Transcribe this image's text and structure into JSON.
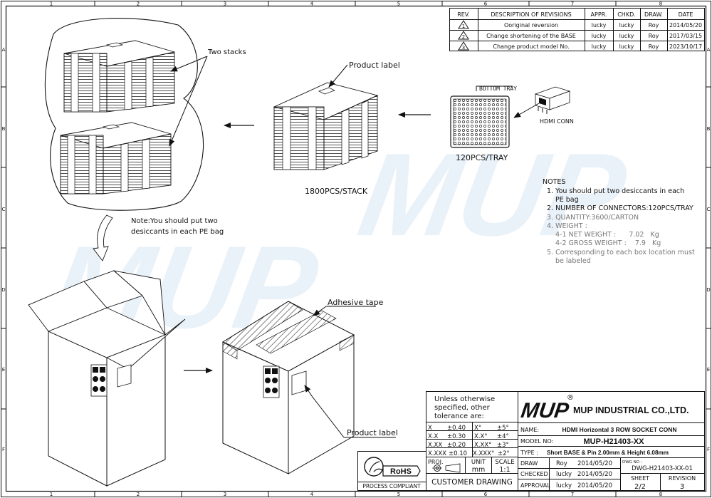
{
  "border": {
    "columns": [
      "1",
      "2",
      "3",
      "4",
      "5",
      "6",
      "7",
      "8"
    ],
    "rows": [
      "A",
      "B",
      "C",
      "D",
      "E",
      "F"
    ]
  },
  "watermark": "MUP",
  "revisions": {
    "headers": [
      "REV.",
      "DESCRIPTION OF REVISIONS",
      "APPR.",
      "CHKD.",
      "DRAW.",
      "DATE"
    ],
    "rows": [
      {
        "rev": "1",
        "description": "Ooriginal reversion",
        "appr": "lucky",
        "chkd": "lucky",
        "draw": "Roy",
        "date": "2014/05/20"
      },
      {
        "rev": "2",
        "description": "Change shortening of the BASE",
        "appr": "lucky",
        "chkd": "lucky",
        "draw": "Roy",
        "date": "2017/03/15"
      },
      {
        "rev": "3",
        "description": "Change product model No.",
        "appr": "lucky",
        "chkd": "lucky",
        "draw": "Roy",
        "date": "2023/10/17"
      }
    ]
  },
  "callouts": {
    "two_stacks": "Two stacks",
    "product_label_top": "Product label",
    "bottom_tray": "BOTTOM TRAY",
    "hdmi_conn": "HDMI CONN",
    "pcs_tray": "120PCS/TRAY",
    "pcs_stack": "1800PCS/STACK",
    "note_line1": "Note:You should put two",
    "note_line2": "desiccants in each PE bag",
    "adhesive_tape": "Adhesive tape",
    "product_label_bottom": "Product label"
  },
  "notes": {
    "title": "NOTES",
    "lines": [
      "1. You should put two desiccants in each",
      "PE bag",
      "2. NUMBER OF CONNECTORS:120PCS/TRAY",
      "3. QUANTITY:3600/CARTON",
      "4. WEIGHT :",
      "4-1 NET WEIGHT :      7.02   Kg",
      "4-2 GROSS WEIGHT :    7.9   Kg",
      "5. Corresponding to each box location must",
      "be labeled"
    ]
  },
  "title_block": {
    "tolerance_header": [
      "Unless otherwise",
      "specified, other",
      "tolerance are:"
    ],
    "tolerances": [
      {
        "k1": "X",
        "v1": "±0.40",
        "k2": "X°",
        "v2": "±5°"
      },
      {
        "k1": "X.X",
        "v1": "±0.30",
        "k2": "X.X°",
        "v2": "±4°"
      },
      {
        "k1": "X.XX",
        "v1": "±0.20",
        "k2": "X.XX°",
        "v2": "±3°"
      },
      {
        "k1": "X.XXX",
        "v1": "±0.10",
        "k2": "X.XXX°",
        "v2": "±2°"
      }
    ],
    "proj_label": "PROJ.",
    "unit_label": "UNIT",
    "unit_value": "mm",
    "scale_label": "SCALE",
    "scale_value": "1:1",
    "rohs": "RoHS",
    "rohs_caption": "PROCESS COMPLIANT",
    "customer_drawing": "CUSTOMER  DRAWING",
    "logo": "MUP",
    "registered": "®",
    "company": "MUP INDUSTRIAL CO.,LTD.",
    "name_label": "NAME:",
    "name_value": "HDMI Horizontal 3 ROW SOCKET CONN",
    "model_label": "MODEL NO:",
    "model_value": "MUP-H21403-XX",
    "type_label": "TYPE :",
    "type_value": "Short BASE & Pin 2.00mm & Height 6.08mm",
    "draw_label": "DRAW",
    "draw_name": "Roy",
    "draw_date": "2014/05/20",
    "checked_label": "CHECKED",
    "checked_name": "lucky",
    "checked_date": "2014/05/20",
    "approval_label": "APPROVAL",
    "approval_name": "lucky",
    "approval_date": "2014/05/20",
    "dwg_label": "DWG NO :",
    "dwg_value": "DWG-H21403-XX-01",
    "sheet_label": "SHEET",
    "sheet_value": "2/2",
    "revision_label": "REVISION",
    "revision_value": "3"
  }
}
